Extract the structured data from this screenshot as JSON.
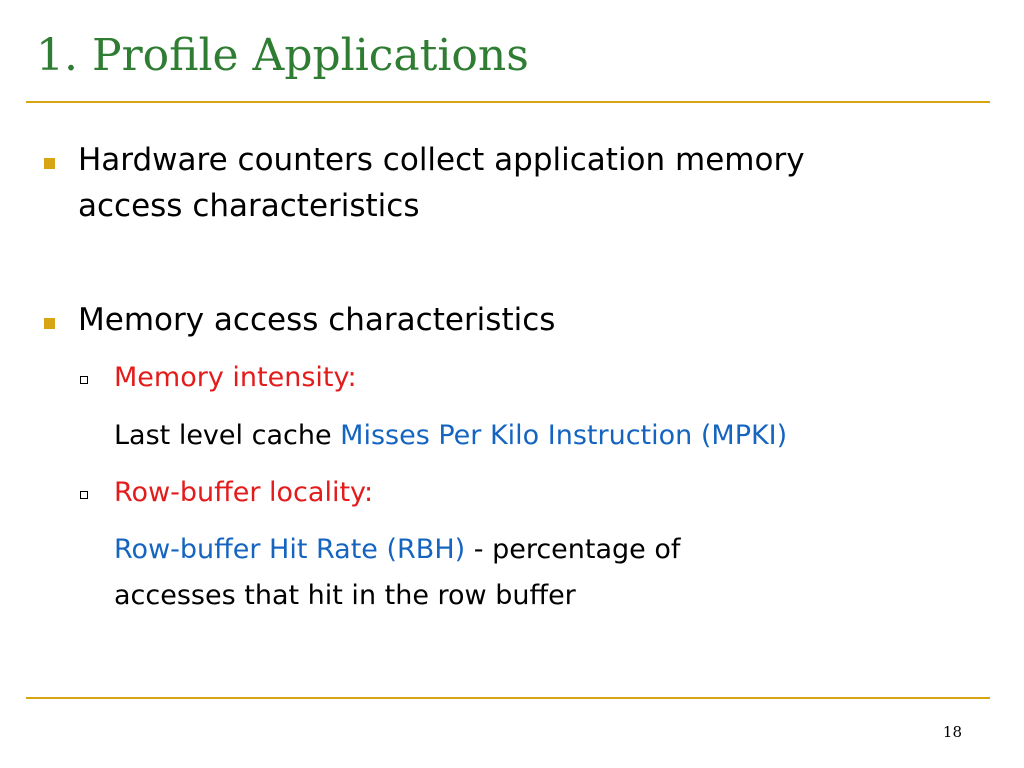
{
  "slide": {
    "title": "1. Profile Applications",
    "page_number": "18",
    "colors": {
      "title": "#2e7d32",
      "rule": "#d7a413",
      "bullet": "#d7a413",
      "emphasis": "#e31b1b",
      "term": "#1565c0"
    }
  },
  "bullets": [
    {
      "lines": [
        "Hardware counters collect application memory",
        "access characteristics"
      ]
    },
    {
      "lines": [
        "Memory access characteristics"
      ],
      "sub_items": [
        {
          "heading": "Memory intensity:",
          "detail_prefix": "Last level cache ",
          "detail_term": "Misses Per Kilo Instruction (MPKI)"
        },
        {
          "heading": "Row-buffer locality:",
          "detail_term": "Row-buffer Hit Rate (RBH)",
          "detail_suffix_line1": " - percentage of",
          "detail_suffix_line2": "accesses that hit in the row buffer"
        }
      ]
    }
  ]
}
